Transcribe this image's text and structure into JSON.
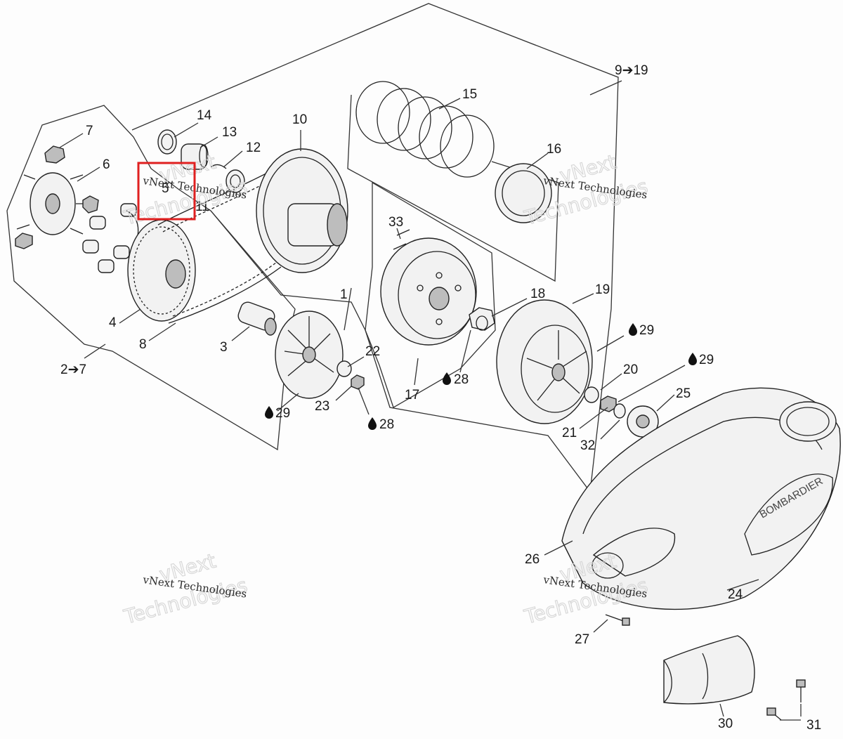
{
  "callouts": {
    "c1": "1",
    "c2_7": "2➔7",
    "c3": "3",
    "c4": "4",
    "c5": "5",
    "c6": "6",
    "c7": "7",
    "c8": "8",
    "c9_19": "9➔19",
    "c10": "10",
    "c11": "11",
    "c12": "12",
    "c13": "13",
    "c14": "14",
    "c15": "15",
    "c16": "16",
    "c17": "17",
    "c18": "18",
    "c19": "19",
    "c20": "20",
    "c21": "21",
    "c22": "22",
    "c23": "23",
    "c24": "24",
    "c25": "25",
    "c26": "26",
    "c27": "27",
    "c28a": "28",
    "c28b": "28",
    "c29a": "29",
    "c29b": "29",
    "c29c": "29",
    "c30": "30",
    "c31": "31",
    "c32": "32",
    "c33": "33"
  },
  "watermark": {
    "line1": "vNext Technologies",
    "line2a": "vNext",
    "line2b": "Technologies"
  },
  "cover_logo": "BOMBARDIER",
  "highlight_color": "#e02020"
}
